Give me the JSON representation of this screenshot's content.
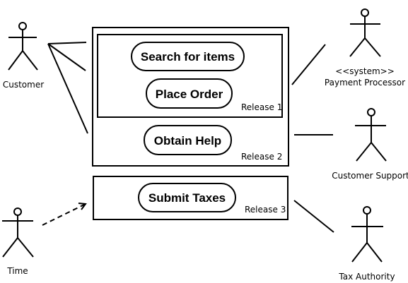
{
  "actors": {
    "customer": "Customer",
    "payment_stereotype": "<<system>>",
    "payment_name": "Payment Processor",
    "customer_support": "Customer Support",
    "time": "Time",
    "tax_authority": "Tax Authority"
  },
  "use_cases": {
    "search": "Search for items",
    "place_order": "Place Order",
    "obtain_help": "Obtain Help",
    "submit_taxes": "Submit Taxes"
  },
  "releases": {
    "r1": "Release 1",
    "r2": "Release 2",
    "r3": "Release 3"
  }
}
